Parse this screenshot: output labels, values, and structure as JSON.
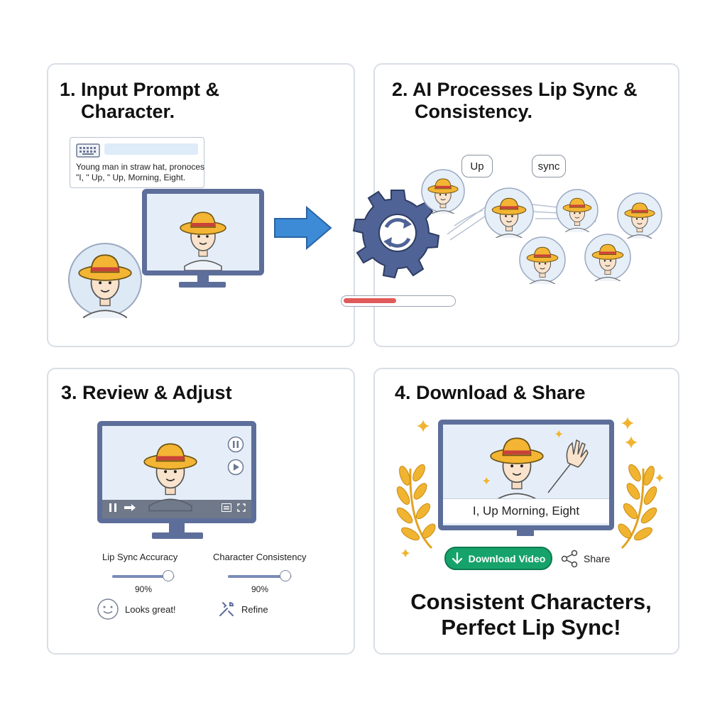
{
  "panels": [
    {
      "title_line1": "1. Input Prompt &",
      "title_line2": "Character.",
      "prompt_line1": "Young man in straw hat, pronoces",
      "prompt_line2": "\"I, \" Up, \" Up, Morning, Eight."
    },
    {
      "title_line1": "2. AI Processes Lip Sync &",
      "title_line2": "Consistency.",
      "bubble_up": "Up",
      "bubble_sync": "sync",
      "progress": 0.48
    },
    {
      "title": "3. Review & Adjust",
      "slider1_label": "Lip Sync Accuracy",
      "slider1_value": "90%",
      "slider2_label": "Character Consistency",
      "slider2_value": "90%",
      "looks_great": "Looks great!",
      "refine": "Refine"
    },
    {
      "title": "4. Download & Share",
      "caption": "I, Up Morning, Eight",
      "download_label": "Download Video",
      "share_label": "Share",
      "tagline_line1": "Consistent Characters,",
      "tagline_line2": "Perfect Lip Sync!"
    }
  ],
  "colors": {
    "panel_border": "#d9dee6",
    "monitor": "#5d6e9a",
    "arrow": "#3d8bd6",
    "gear": "#4f6396",
    "hat": "#f3b533",
    "hat_band": "#c9423a",
    "progress_fill": "#e05a5a",
    "download": "#16a36b",
    "laurel": "#f0b431"
  },
  "icons": [
    "keyboard-icon",
    "right-arrow-icon",
    "gear-icon",
    "refresh-icon",
    "pause-icon",
    "play-icon",
    "smiley-icon",
    "wrench-icon",
    "download-icon",
    "share-icon",
    "sparkle-icon",
    "laurel-icon"
  ]
}
